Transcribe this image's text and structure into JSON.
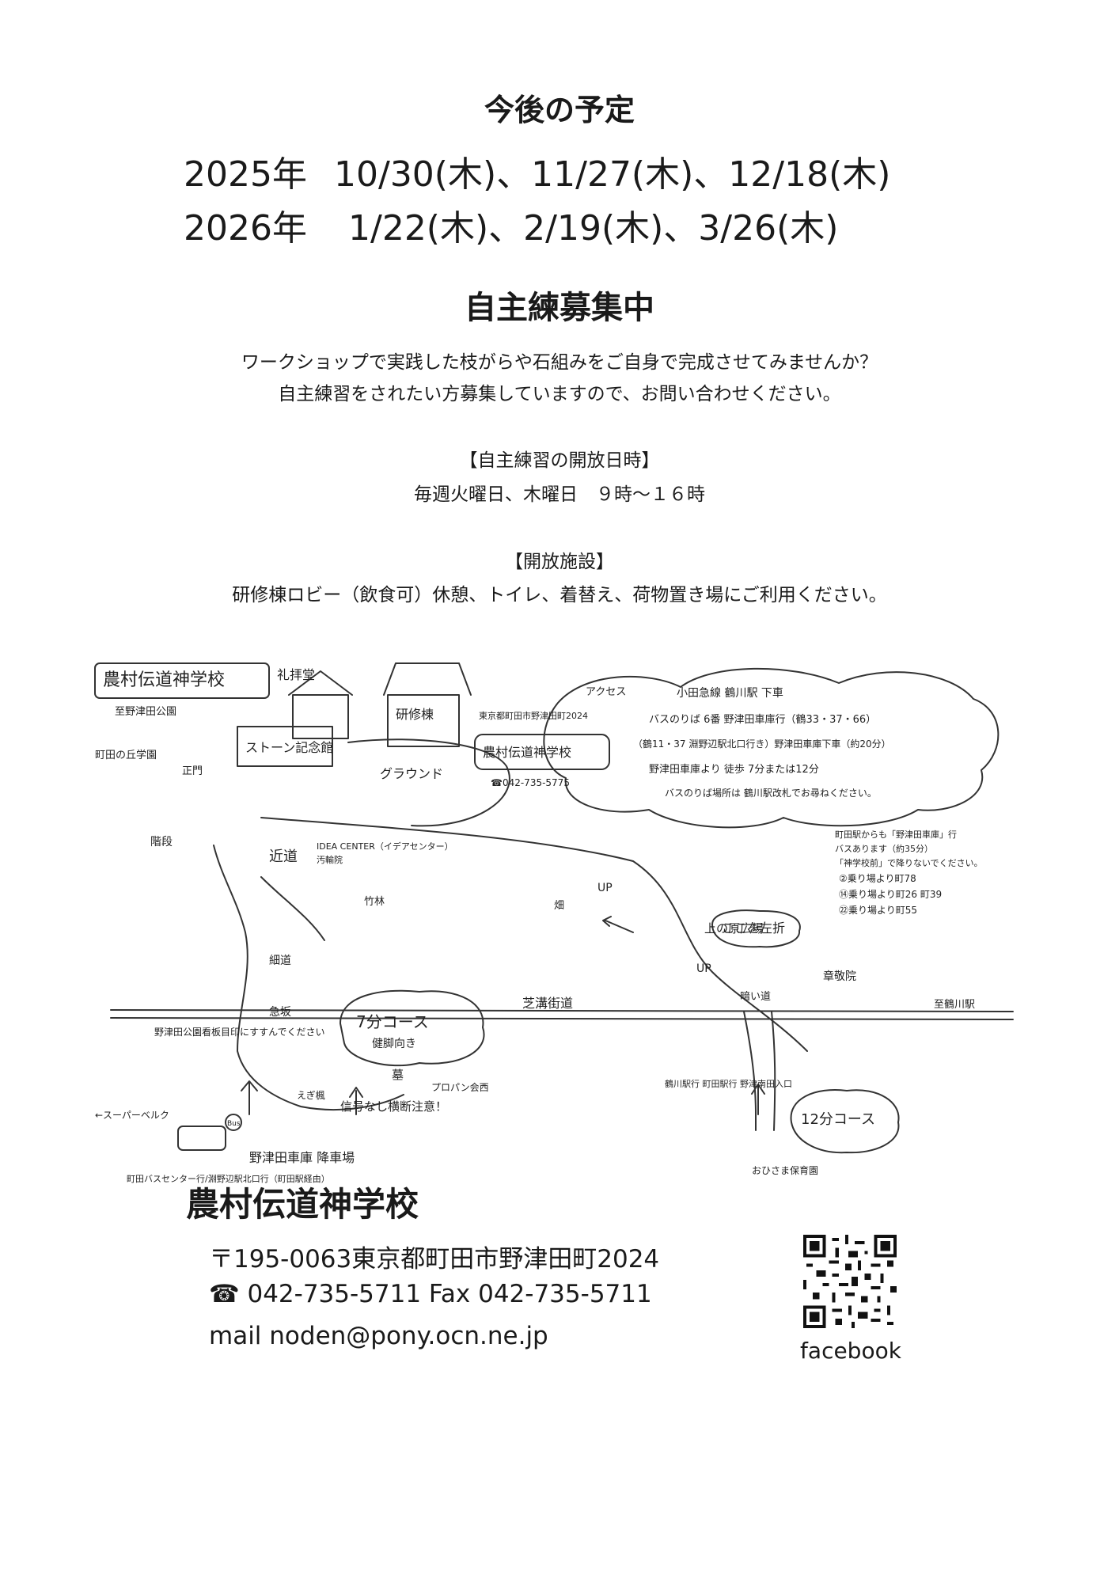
{
  "schedule": {
    "title": "今後の予定",
    "rows": [
      {
        "year": "2025年",
        "dates": "10/30(木)、11/27(木)、12/18(木)"
      },
      {
        "year": "2026年",
        "dates": "1/22(木)、2/19(木)、3/26(木)"
      }
    ]
  },
  "practice": {
    "title": "自主練募集中",
    "intro": [
      "ワークショップで実践した枝がらや石組みをご自身で完成させてみませんか？",
      "自主練習をされたい方募集していますので、お問い合わせください。"
    ],
    "hours_heading": "【自主練習の開放日時】",
    "hours_text": "毎週火曜日、木曜日　９時～１６時",
    "facility_heading": "【開放施設】",
    "facility_text": "研修棟ロビー（飲食可）休憩、トイレ、着替え、荷物置き場にご利用ください。"
  },
  "map": {
    "school_label": "農村伝道神学校",
    "chapel": "礼拝堂",
    "training_building": "研修棟",
    "memorial_hall": "ストーン記念館",
    "ground": "グラウンド",
    "to_park": "至野津田公園",
    "hill_school": "町田の丘学園",
    "main_gate": "正門",
    "stairs": "階段",
    "shortcut": "近道",
    "idea_center": "IDEA CENTER（イデアセンター）",
    "sewage": "汚輸院",
    "bamboo": "竹林",
    "field": "畑",
    "narrow_path": "細道",
    "steep_slope": "急坂",
    "up1": "UP",
    "up2": "UP",
    "turn_left": "ここを左折",
    "uenohara": "上の原広場",
    "dark_road": "暗い道",
    "course7": "7分コース",
    "course7_sub": "健脚向き",
    "course12": "12分コース",
    "grave": "墓",
    "park_sign": "野津田公園看板目印にすすんでください",
    "kaede": "えぎ楓",
    "propane": "プロパン会西",
    "main_road": "芝溝街道",
    "bus_stop_right": "鶴川駅行 町田駅行 野津南田入口",
    "to_tsurukawa": "至鶴川駅",
    "to_super": "←スーパーベルク",
    "crossing_warning": "信号なし横断注意！",
    "bus_stop": "野津田車庫 降車場",
    "bus_label": "Bus",
    "bus_from": "町田バスセンター行/淵野辺駅北口行（町田駅経由）",
    "nursery": "おひさま保育園",
    "oak": "章敬院",
    "access": {
      "label": "アクセス",
      "address": "東京都町田市野津田町2024",
      "school": "農村伝道神学校",
      "tel": "☎042-735-5775",
      "line1": "小田急線 鶴川駅 下車",
      "line2": "バスのりば 6番 野津田車庫行（鶴33・37・66）",
      "line3": "（鶴11・37 淵野辺駅北口行き）野津田車庫下車（約20分）",
      "line4": "野津田車庫より 徒歩 7分または12分",
      "line5": "バスのりば場所は 鶴川駅改札でお尋ねください。"
    },
    "machida_note": {
      "line1": "町田駅からも「野津田車庫」行",
      "line2": "バスあります（約35分）",
      "line3": "「神学校前」で降りないでください。",
      "line4": "②乗り場より町78",
      "line5": "⑭乗り場より町26 町39",
      "line6": "㉒乗り場より町55"
    }
  },
  "footer": {
    "school_name": "農村伝道神学校",
    "address": "〒195-0063東京都町田市野津田町2024",
    "phone": "☎ 042-735-5711 Fax 042-735-5711",
    "mail": "mail  noden@pony.ocn.ne.jp",
    "qr_label": "facebook"
  }
}
